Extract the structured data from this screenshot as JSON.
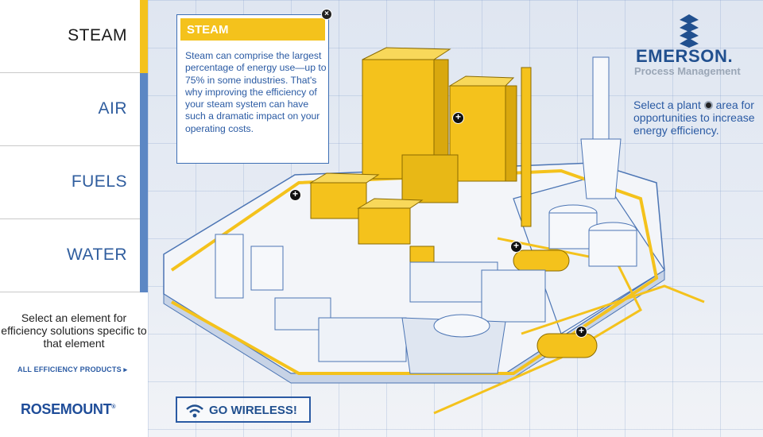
{
  "nav": {
    "items": [
      {
        "label": "STEAM"
      },
      {
        "label": "AIR"
      },
      {
        "label": "FUELS"
      },
      {
        "label": "WATER"
      }
    ],
    "active_color": "#f4c21c",
    "inactive_color": "#5c87c4"
  },
  "sidebar": {
    "hint": "Select an element for efficiency solutions specific to that element",
    "all_products": "ALL EFFICIENCY PRODUCTS",
    "arrow": "▸",
    "brand": "ROSEMOUNT",
    "brand_mark": "®"
  },
  "info_panel": {
    "title": "STEAM",
    "body": "Steam can comprise the largest percentage of energy use—up to 75% in some industries. That's why improving the efficiency of your steam system can have such a dramatic impact on your operating costs.",
    "close_glyph": "×"
  },
  "emerson": {
    "name": "EMERSON",
    "tm": ".",
    "subtitle": "Process Management"
  },
  "plant_hint": {
    "before": "Select a plant",
    "after": "area for opportunities to increase energy efficiency."
  },
  "wireless": {
    "label": "GO WIRELESS!",
    "icon": "wifi-icon"
  },
  "hotspot_glyph": "+",
  "colors": {
    "accent_yellow": "#f4c21c",
    "brand_blue": "#21508f",
    "text_blue": "#2a5aa3"
  }
}
